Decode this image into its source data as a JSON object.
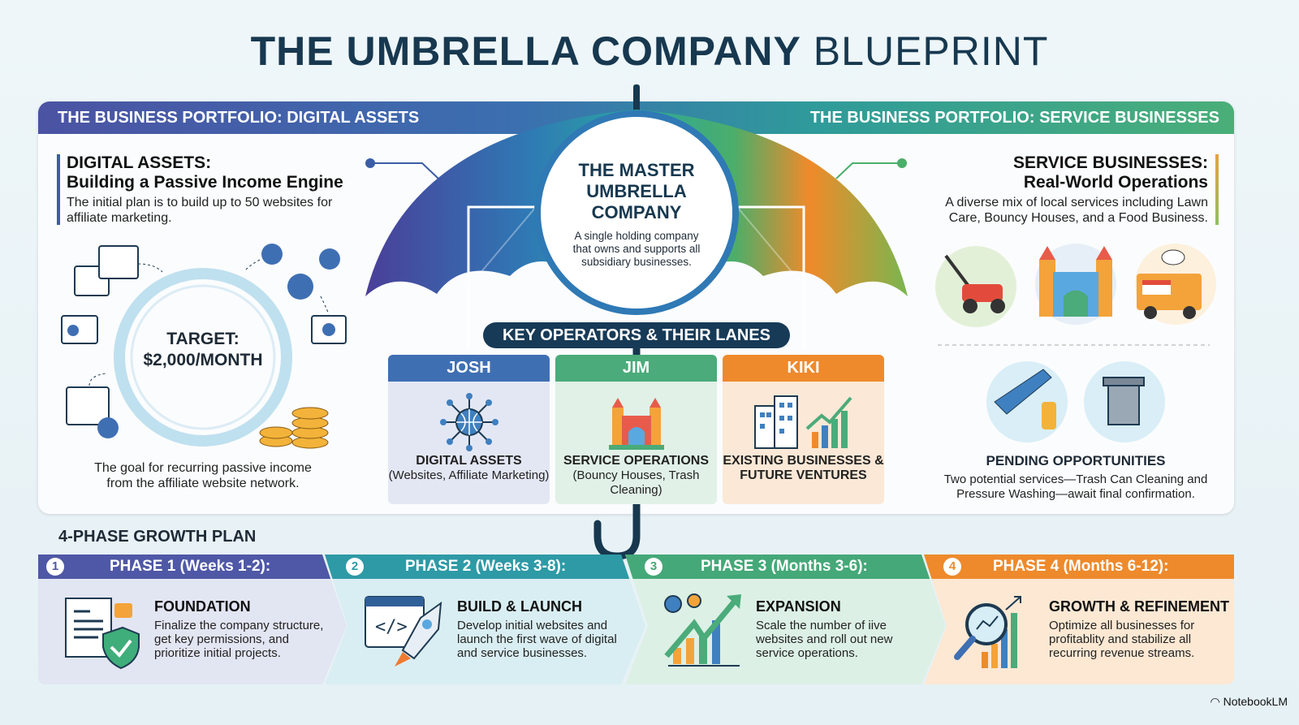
{
  "title": {
    "bold": "THE UMBRELLA COMPANY",
    "light": "BLUEPRINT"
  },
  "header": {
    "left": "THE BUSINESS PORTFOLIO: DIGITAL ASSETS",
    "right": "THE BUSINESS PORTFOLIO: SERVICE BUSINESSES"
  },
  "digital": {
    "heading1": "DIGITAL ASSETS:",
    "heading2": "Building a Passive Income Engine",
    "text": "The initial plan is to build up to 50 websites for affiliate marketing.",
    "target_label": "TARGET:",
    "target_value": "$2,000/MONTH",
    "caption": "The goal for recurring passive income from the affiliate website network."
  },
  "master": {
    "title": "THE MASTER UMBRELLA COMPANY",
    "text": "A single holding company that owns and supports all subsidiary businesses."
  },
  "operators": {
    "banner": "KEY OPERATORS & THEIR LANES",
    "cards": [
      {
        "name": "JOSH",
        "title": "DIGITAL ASSETS",
        "sub": "(Websites, Affiliate Marketing)",
        "color": "#3f6fb3"
      },
      {
        "name": "JIM",
        "title": "SERVICE OPERATIONS",
        "sub": "(Bouncy Houses, Trash Cleaning)",
        "color": "#4bab7a"
      },
      {
        "name": "KIKI",
        "title": "EXISTING BUSINESSES & FUTURE VENTURES",
        "sub": "",
        "color": "#ee8a2c"
      }
    ]
  },
  "service": {
    "heading1": "SERVICE BUSINESSES:",
    "heading2": "Real-World Operations",
    "text": "A diverse mix of local services including Lawn Care, Bouncy Houses, and a Food Business.",
    "pending_title": "PENDING OPPORTUNITIES",
    "pending_text": "Two potential services—Trash Can Cleaning and Pressure Washing—await final confirmation."
  },
  "plan": {
    "title": "4-PHASE GROWTH PLAN",
    "phases": [
      {
        "num": "1",
        "label": "PHASE 1 (Weeks 1-2):",
        "title": "FOUNDATION",
        "text": "Finalize the company structure, get key permissions, and prioritize initial projects.",
        "color": "#4f58a6"
      },
      {
        "num": "2",
        "label": "PHASE 2 (Weeks 3-8):",
        "title": "BUILD & LAUNCH",
        "text": "Develop initial websites and launch the first wave of digital and service businesses.",
        "color": "#2e9aa6"
      },
      {
        "num": "3",
        "label": "PHASE 3 (Months 3-6):",
        "title": "EXPANSION",
        "text": "Scale the number of iive websites and roll out new service operations.",
        "color": "#45a878"
      },
      {
        "num": "4",
        "label": "PHASE 4 (Months 6-12):",
        "title": "GROWTH & REFINEMENT",
        "text": "Optimize all businesses for profitablity and stabilize all recurring revenue streams.",
        "color": "#ee8a2c"
      }
    ]
  },
  "watermark": "NotebookLM"
}
